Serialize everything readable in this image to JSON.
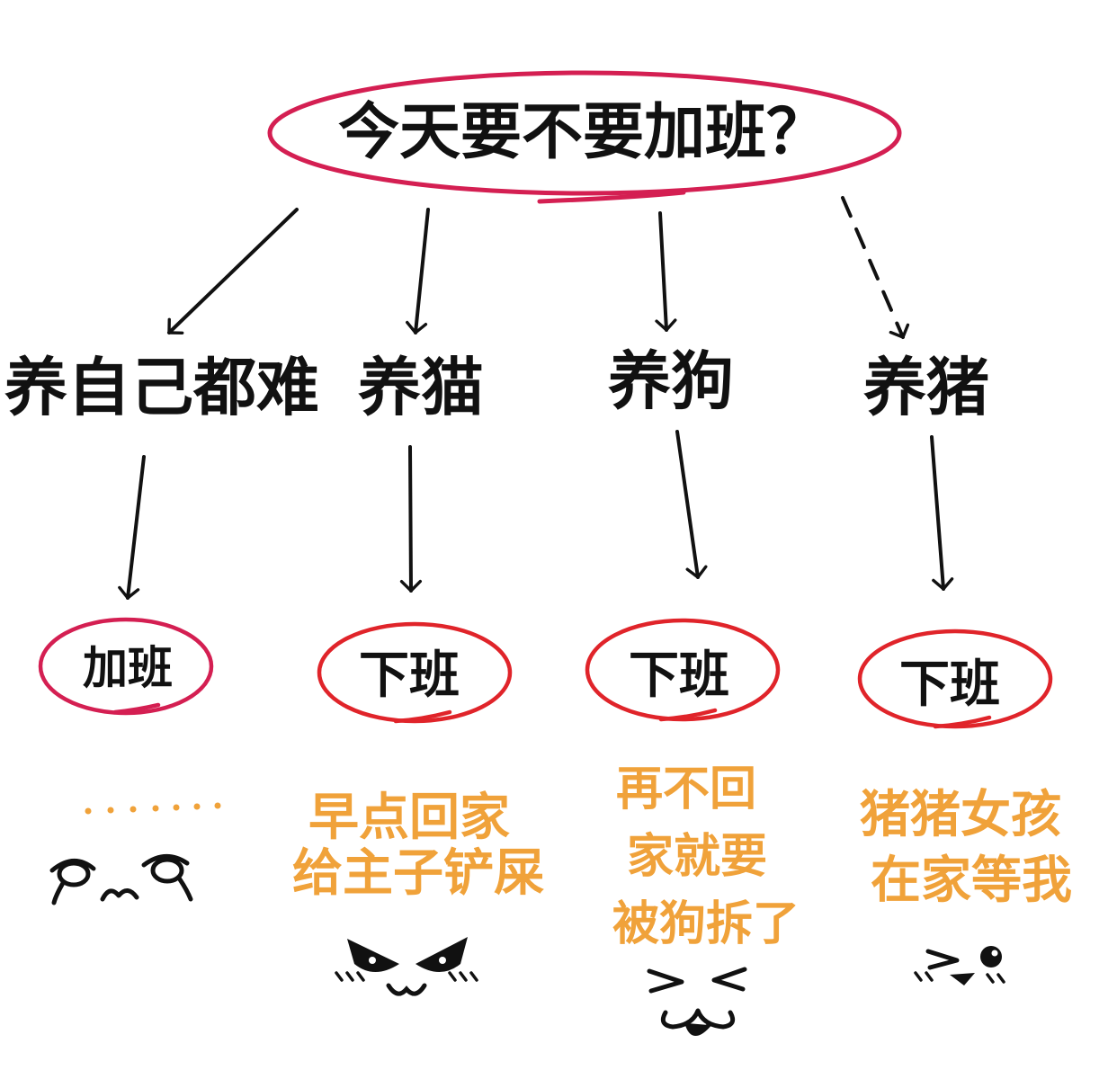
{
  "question": "今天要不要加班？",
  "branches": [
    {
      "label": "养自己都难",
      "result": "加班",
      "comment": [],
      "face": "crying-face",
      "dashed": false
    },
    {
      "label": "养猫",
      "result": "下班",
      "comment": [
        "早点回家",
        "给主子铲屎"
      ],
      "face": "angry-cat-face",
      "dashed": false
    },
    {
      "label": "养狗",
      "result": "下班",
      "comment": [
        "再不回",
        "家就要",
        "被狗拆了"
      ],
      "face": "happy-dog-face",
      "dashed": false
    },
    {
      "label": "养猪",
      "result": "下班",
      "comment": [
        "猪猪女孩",
        "在家等我"
      ],
      "face": "winking-face",
      "dashed": true
    }
  ],
  "colors": {
    "ink": "#111111",
    "question_oval": "#d41f52",
    "result_oval_first": "#d41f52",
    "result_oval": "#e0242a",
    "comment": "#f0a23a"
  }
}
